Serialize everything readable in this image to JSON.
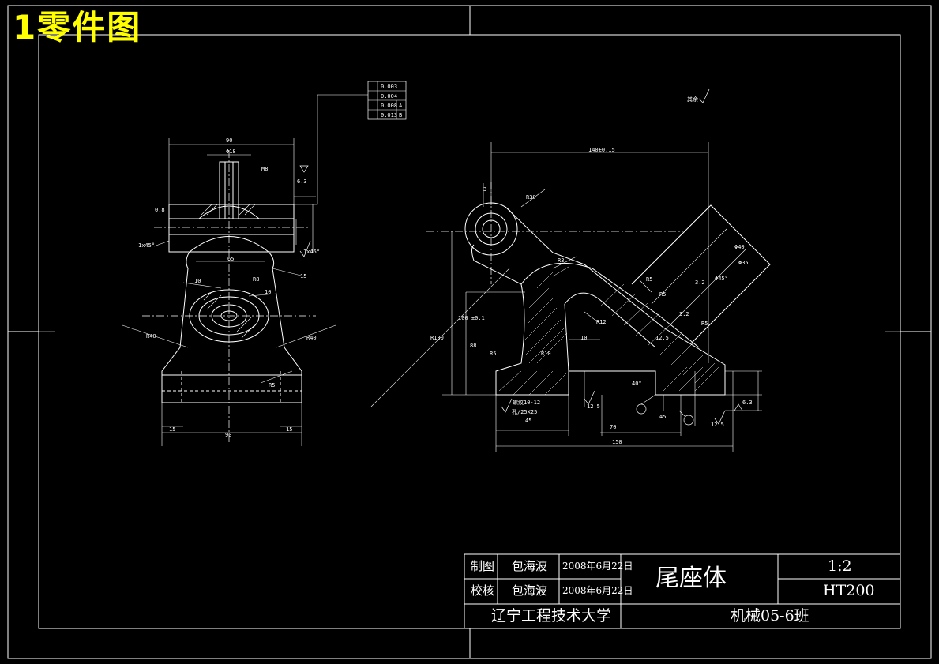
{
  "sheet_title": "1零件图",
  "title_block": {
    "draw_label": "制图",
    "drawer": "包海波",
    "draw_date": "2008年6月22日",
    "check_label": "校核",
    "checker": "包海波",
    "check_date": "2008年6月22日",
    "part_name": "尾座体",
    "scale": "1:2",
    "material": "HT200",
    "school": "辽宁工程技术大学",
    "class_name": "机械05-6班"
  },
  "colors": {
    "background": "#000000",
    "lines": "#ffffff",
    "sheet_title": "#ffff00"
  }
}
